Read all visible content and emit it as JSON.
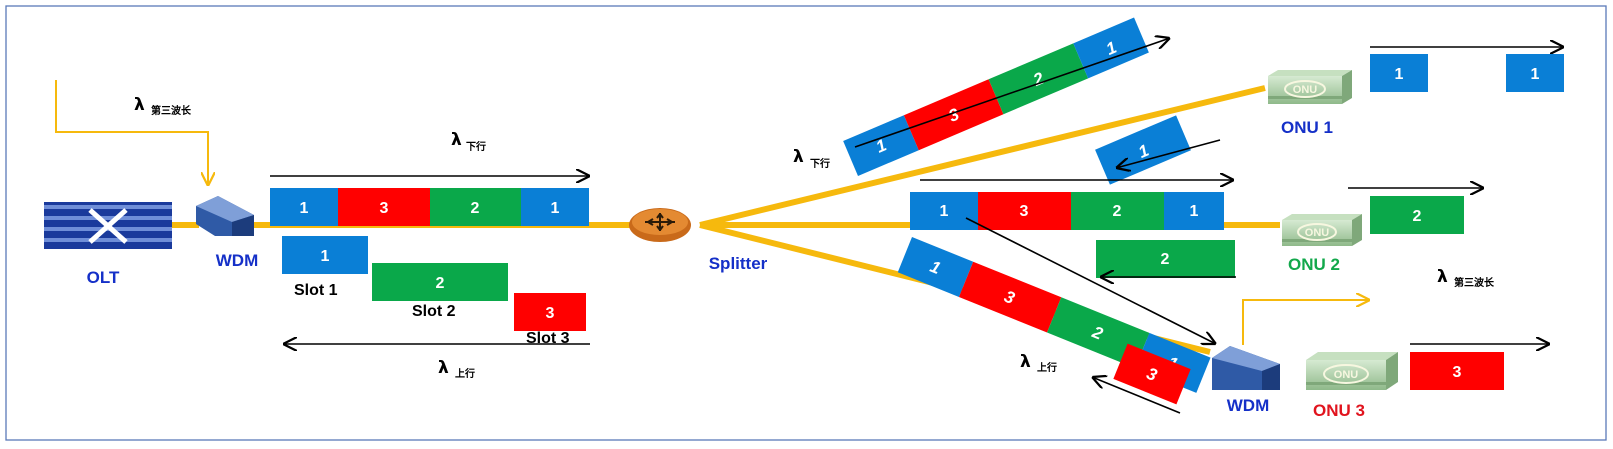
{
  "colors": {
    "blue": "#0a7fd6",
    "red": "#ff0000",
    "green": "#0aa84a",
    "fiber": "#f6b90d",
    "label_blue": "#1530c8",
    "label_green": "#12a84b",
    "label_red": "#e1141e",
    "frame": "#5a7ab8"
  },
  "labels": {
    "olt": "OLT",
    "wdm_left": "WDM",
    "wdm_right": "WDM",
    "splitter": "Splitter",
    "onu1": "ONU 1",
    "onu2": "ONU 2",
    "onu3": "ONU 3",
    "onu_device_text": "ONU",
    "slot1": "Slot 1",
    "slot2": "Slot 2",
    "slot3": "Slot 3"
  },
  "lambdas": {
    "symbol": "λ",
    "third_wavelength": "第三波长",
    "downstream": "下行",
    "upstream": "上行"
  },
  "frames": {
    "main_downstream": [
      "1",
      "3",
      "2",
      "1"
    ],
    "branch_top": [
      "1",
      "3",
      "2",
      "1"
    ],
    "branch_mid": [
      "1",
      "3",
      "2",
      "1"
    ],
    "branch_low": [
      "1",
      "3",
      "2",
      "1"
    ],
    "slots": [
      "1",
      "2",
      "3"
    ],
    "onu1_upstream": "1",
    "onu2_upstream": "2",
    "onu3_upstream": "3",
    "onu1_received": [
      "1",
      "1"
    ],
    "onu2_received": [
      "2"
    ],
    "onu3_received": [
      "3"
    ]
  }
}
